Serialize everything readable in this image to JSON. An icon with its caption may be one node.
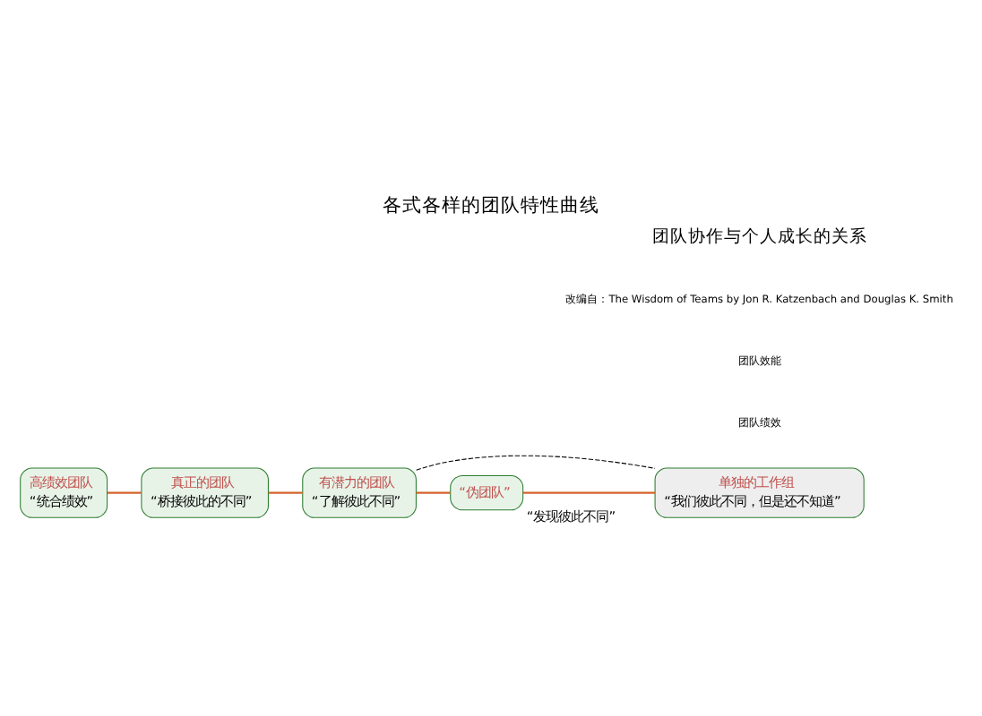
{
  "diagram": {
    "title": "各式各样的团队特性曲线",
    "caption": "团队协作与个人成长的关系",
    "nodes": [
      {
        "text": [
          "高绩效团队",
          "“统合绩效”"
        ]
      },
      {
        "text": [
          "真正的团队",
          "“桥接彼此的不同”"
        ]
      },
      {
        "text": [
          "有潜力的团队",
          "“了解彼此不同”"
        ]
      },
      {
        "text": [
          "“伪团队”"
        ],
        "beside": [
          "“发现彼此不同”"
        ]
      },
      {
        "text": [
          "单独的工作组",
          "“我们彼此不同，但是还不知道”"
        ]
      }
    ],
    "edges": [
      {
        "from": 4,
        "to": 3,
        "arrow": "none",
        "color": "#d2652a"
      },
      {
        "from": 3,
        "to": 2,
        "arrow": "none",
        "color": "#d2652a"
      },
      {
        "from": 2,
        "to": 1,
        "arrow": "none",
        "color": "#d2652a"
      },
      {
        "from": 1,
        "to": 0,
        "arrow": "none",
        "color": "#d2652a"
      },
      {
        "from": 2,
        "to": 4,
        "arrow": "none",
        "style": "dashed",
        "color": "#000000"
      }
    ],
    "labels": [
      "团队绩效",
      "团队效能",
      "改编自：The Wisdom of Teams by Jon R. Katzenbach and Douglas K. Smith"
    ]
  }
}
